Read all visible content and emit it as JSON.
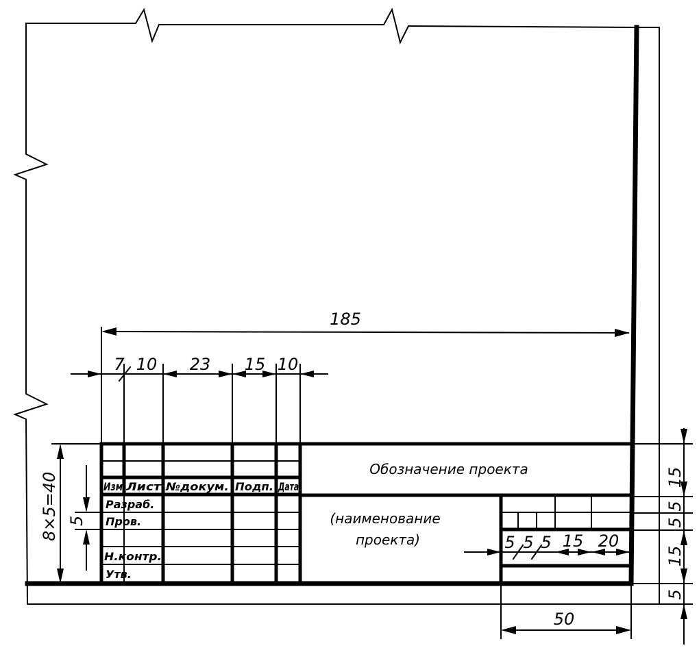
{
  "dimensions": {
    "overall_width": "185",
    "col_izm": "7",
    "col_list": "10",
    "col_doc": "23",
    "col_podp": "15",
    "col_date": "10",
    "rows_total": "8×5=40",
    "row_height": "5",
    "right_top": "15",
    "right_r1": "5",
    "right_r2": "5",
    "right_mid": "15",
    "right_bottom": "5",
    "sub_a": "5",
    "sub_b": "5",
    "sub_c": "5",
    "sub_d": "15",
    "sub_e": "20",
    "block_width": "50"
  },
  "header_cells": {
    "izm": "Изм",
    "list": "Лист",
    "doc": "№докум.",
    "podp": "Подп.",
    "date": "Дата"
  },
  "row_labels": {
    "razrab": "Разраб.",
    "prov": "Пров.",
    "nkontr": "Н.контр.",
    "utv": "Утв."
  },
  "fields": {
    "designation": "Обозначение проекта",
    "name_line1": "(наименование",
    "name_line2": "проекта)"
  },
  "colors": {
    "ink": "#000000",
    "paper": "#ffffff"
  }
}
